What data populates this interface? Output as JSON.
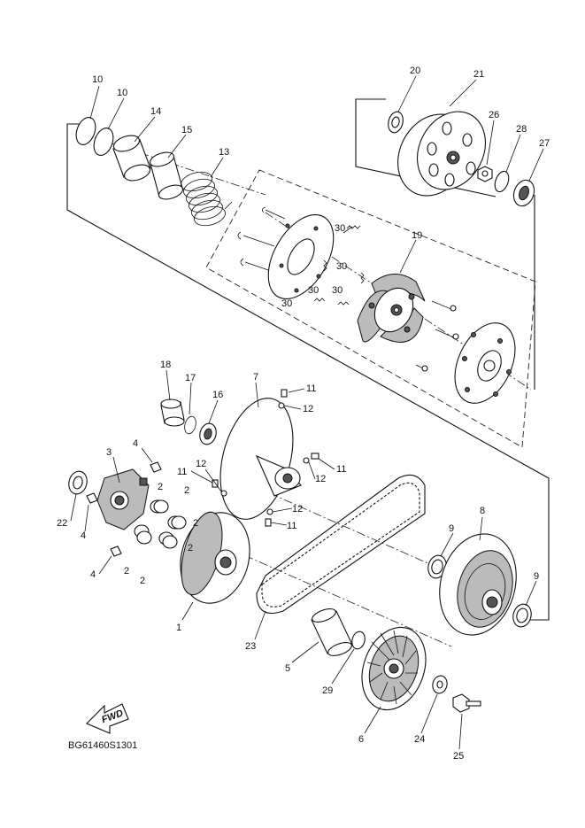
{
  "diagram_code": "BG61460S1301",
  "fwd_label": "FWD",
  "callouts": [
    {
      "id": "c10a",
      "text": "10"
    },
    {
      "id": "c10b",
      "text": "10"
    },
    {
      "id": "c14",
      "text": "14"
    },
    {
      "id": "c15",
      "text": "15"
    },
    {
      "id": "c13",
      "text": "13"
    },
    {
      "id": "c20",
      "text": "20"
    },
    {
      "id": "c21",
      "text": "21"
    },
    {
      "id": "c26",
      "text": "26"
    },
    {
      "id": "c28",
      "text": "28"
    },
    {
      "id": "c27",
      "text": "27"
    },
    {
      "id": "c30a",
      "text": "30"
    },
    {
      "id": "c30b",
      "text": "30"
    },
    {
      "id": "c30c",
      "text": "30"
    },
    {
      "id": "c30d",
      "text": "30"
    },
    {
      "id": "c30e",
      "text": "30"
    },
    {
      "id": "c19",
      "text": "19"
    },
    {
      "id": "c18",
      "text": "18"
    },
    {
      "id": "c17",
      "text": "17"
    },
    {
      "id": "c16",
      "text": "16"
    },
    {
      "id": "c7",
      "text": "7"
    },
    {
      "id": "c11a",
      "text": "11"
    },
    {
      "id": "c12a",
      "text": "12"
    },
    {
      "id": "c4a",
      "text": "4"
    },
    {
      "id": "c3",
      "text": "3"
    },
    {
      "id": "c11b",
      "text": "11"
    },
    {
      "id": "c12b",
      "text": "12"
    },
    {
      "id": "c11c",
      "text": "11"
    },
    {
      "id": "c12c",
      "text": "12"
    },
    {
      "id": "c2a",
      "text": "2"
    },
    {
      "id": "c2b",
      "text": "2"
    },
    {
      "id": "c2c",
      "text": "2"
    },
    {
      "id": "c2d",
      "text": "2"
    },
    {
      "id": "c2e",
      "text": "2"
    },
    {
      "id": "c2f",
      "text": "2"
    },
    {
      "id": "c22",
      "text": "22"
    },
    {
      "id": "c4b",
      "text": "4"
    },
    {
      "id": "c4c",
      "text": "4"
    },
    {
      "id": "c12d",
      "text": "12"
    },
    {
      "id": "c11d",
      "text": "11"
    },
    {
      "id": "c8",
      "text": "8"
    },
    {
      "id": "c9a",
      "text": "9"
    },
    {
      "id": "c9b",
      "text": "9"
    },
    {
      "id": "c1",
      "text": "1"
    },
    {
      "id": "c23",
      "text": "23"
    },
    {
      "id": "c5",
      "text": "5"
    },
    {
      "id": "c29",
      "text": "29"
    },
    {
      "id": "c6",
      "text": "6"
    },
    {
      "id": "c24",
      "text": "24"
    },
    {
      "id": "c25",
      "text": "25"
    }
  ]
}
